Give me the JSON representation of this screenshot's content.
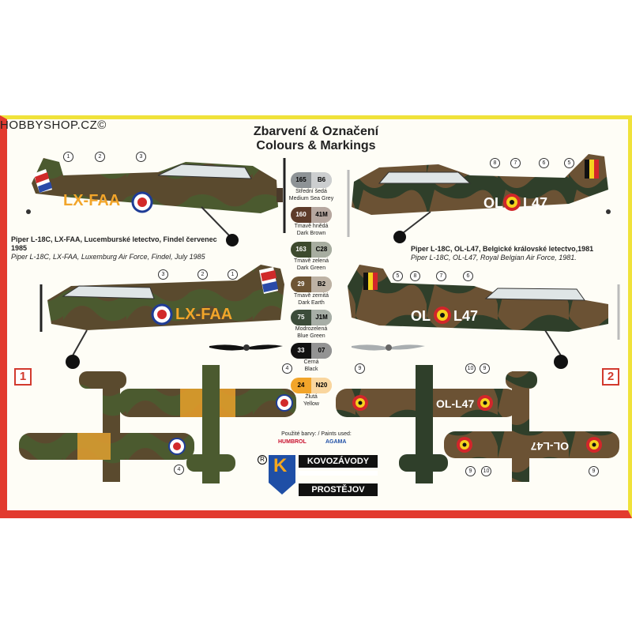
{
  "watermark": "HOBBYSHOP.CZ©",
  "title": {
    "cz": "Zbarvení & Označení",
    "en": "Colours & Markings"
  },
  "palette": [
    {
      "codes": [
        "165",
        "B6"
      ],
      "color": "#8e9396",
      "cz": "Střední šedá",
      "en": "Medium Sea Grey"
    },
    {
      "codes": [
        "160",
        "41M"
      ],
      "color": "#5e3c2a",
      "cz": "Tmavě hnědá",
      "en": "Dark Brown"
    },
    {
      "codes": [
        "163",
        "C28"
      ],
      "color": "#3d4a2e",
      "cz": "Tmavě zelená",
      "en": "Dark Green"
    },
    {
      "codes": [
        "29",
        "B2"
      ],
      "color": "#6e5535",
      "cz": "Tmavě zemitá",
      "en": "Dark Earth"
    },
    {
      "codes": [
        "75",
        "J1M"
      ],
      "color": "#3c4c3a",
      "cz": "Modrozelená",
      "en": "Blue Green"
    },
    {
      "codes": [
        "33",
        "07"
      ],
      "color": "#111111",
      "cz": "Černá",
      "en": "Black"
    },
    {
      "codes": [
        "24",
        "N20"
      ],
      "color": "#f2a52a",
      "cz": "Žlutá",
      "en": "Yellow"
    }
  ],
  "variant1": {
    "number": "1",
    "registration": "LX-FAA",
    "caption_cz": "Piper L-18C, LX-FAA, Lucemburské letectvo, Findel červenec 1985",
    "caption_en": "Piper L-18C, LX-FAA, Luxemburg Air Force, Findel, July 1985"
  },
  "variant2": {
    "number": "2",
    "registration_left": "OL",
    "registration_right": "L47",
    "underside": "OL-L47",
    "top_wing": "OL-L47",
    "caption_cz": "Piper L-18C, OL-L47, Belgické královské letectvo,1981",
    "caption_en": "Piper L-18C, OL-L47, Royal Belgian Air Force, 1981."
  },
  "callouts": {
    "v1_side_top": [
      "1",
      "2",
      "3"
    ],
    "v1_side_bottom": [
      "3",
      "2",
      "1"
    ],
    "v1_plan": [
      "4",
      "4"
    ],
    "v2_side_top": [
      "8",
      "7",
      "6",
      "5"
    ],
    "v2_side_bottom": [
      "5",
      "8",
      "7",
      "6"
    ],
    "v2_plan_top": [
      "9",
      "10",
      "9"
    ],
    "v2_plan_bottom": [
      "9",
      "10",
      "9"
    ]
  },
  "paints_used": "Použité barvy: / Paints used:",
  "brands": [
    "HUMBROL",
    "AGAMA"
  ],
  "logo": {
    "mark": "K",
    "r": "R",
    "line1": "KOVOZÁVODY",
    "line2": "PROSTĚJOV"
  }
}
